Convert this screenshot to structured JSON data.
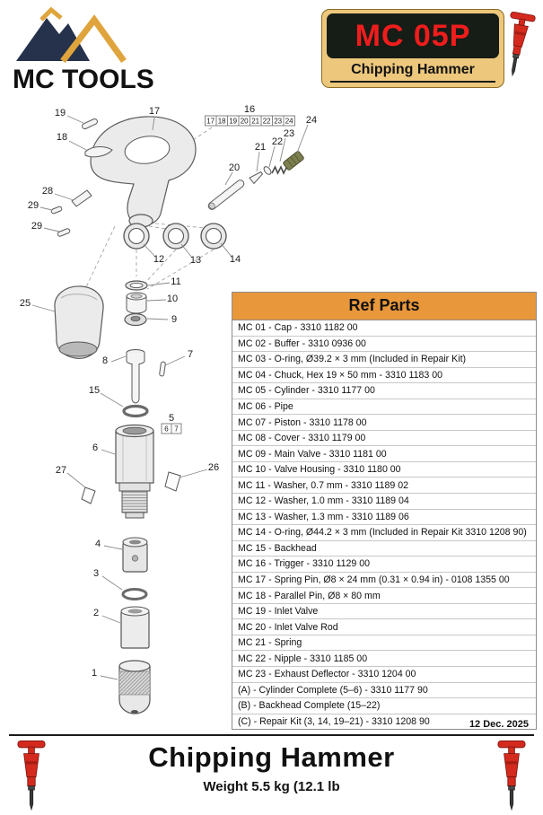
{
  "header": {
    "brand": "MC TOOLS",
    "model": "MC 05P",
    "product": "Chipping Hammer"
  },
  "diagram": {
    "callouts": {
      "c1": "1",
      "c2": "2",
      "c3": "3",
      "c4": "4",
      "c6": "6",
      "c7": "7",
      "c8": "8",
      "c9": "9",
      "c10": "10",
      "c11": "11",
      "c12": "12",
      "c13": "13",
      "c14": "14",
      "c15": "15",
      "c17": "17",
      "c18": "18",
      "c19": "19",
      "c20": "20",
      "c21": "21",
      "c22": "22",
      "c23": "23",
      "c24": "24",
      "c25": "25",
      "c26": "26",
      "c27": "27",
      "c28": "28",
      "c29a": "29",
      "c29b": "29"
    },
    "group16": {
      "label": "16",
      "cells": [
        "17",
        "18",
        "19",
        "20",
        "21",
        "22",
        "23",
        "24"
      ]
    },
    "group5": {
      "label": "5",
      "cells": [
        "6",
        "7"
      ]
    }
  },
  "table": {
    "title": "Ref Parts",
    "rows": [
      "MC 01 - Cap - 3310 1182 00",
      "MC 02 - Buffer - 3310 0936 00",
      "MC 03 - O-ring, Ø39.2 × 3 mm (Included in Repair Kit)",
      "MC 04 - Chuck, Hex 19 × 50 mm - 3310 1183 00",
      "MC 05 - Cylinder - 3310 1177 00",
      "MC 06 - Pipe",
      "MC 07 - Piston - 3310 1178 00",
      "MC 08 - Cover - 3310 1179 00",
      "MC 09 - Main Valve - 3310 1181 00",
      "MC 10 - Valve Housing - 3310 1180 00",
      "MC 11 - Washer, 0.7 mm - 3310 1189 02",
      "MC 12 - Washer, 1.0 mm - 3310 1189 04",
      "MC 13 - Washer, 1.3 mm - 3310 1189 06",
      "MC 14 - O-ring, Ø44.2 × 3 mm (Included in Repair Kit 3310 1208 90)",
      "MC 15 - Backhead",
      "MC 16 - Trigger - 3310 1129 00",
      "MC 17 - Spring Pin, Ø8 × 24 mm (0.31 × 0.94 in) - 0108 1355 00",
      "MC 18 - Parallel Pin, Ø8 × 80 mm",
      "MC 19 - Inlet Valve",
      "MC 20 - Inlet Valve Rod",
      "MC 21 - Spring",
      "MC 22 - Nipple - 3310 1185 00",
      "MC 23 - Exhaust Deflector - 3310 1204 00",
      "(A) - Cylinder Complete (5–6) - 3310 1177 90",
      "(B) - Backhead Complete (15–22)",
      "(C) - Repair Kit (3, 14, 19–21) - 3310 1208 90"
    ]
  },
  "footer": {
    "date": "12 Dec. 2025",
    "title": "Chipping Hammer",
    "weight": "Weight 5.5 kg (12.1 lb"
  },
  "colors": {
    "accent_orange": "#E8973A",
    "banner_tan": "#EDC87C",
    "banner_dark": "#161C16",
    "brand_red": "#F01D1D",
    "logo_navy": "#26324B",
    "logo_gold": "#DFA43C"
  }
}
